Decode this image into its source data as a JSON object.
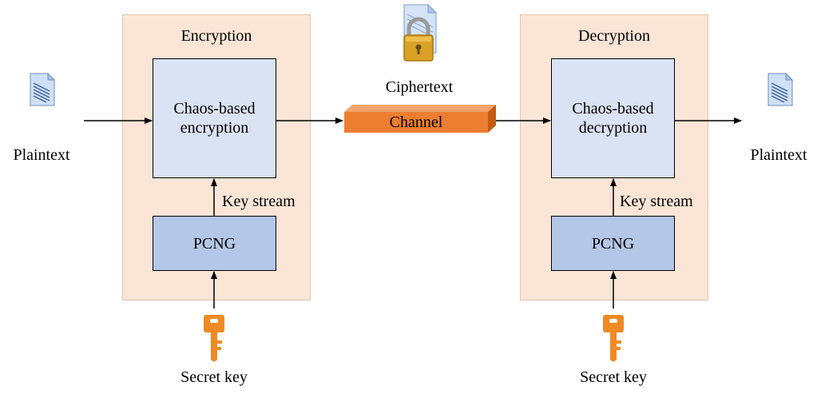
{
  "encryption": {
    "title": "Encryption",
    "algorithm_line1": "Chaos-based",
    "algorithm_line2": "encryption",
    "keystream_label": "Key stream",
    "generator_label": "PCNG",
    "secret_key_label": "Secret key"
  },
  "decryption": {
    "title": "Decryption",
    "algorithm_line1": "Chaos-based",
    "algorithm_line2": "decryption",
    "keystream_label": "Key stream",
    "generator_label": "PCNG",
    "secret_key_label": "Secret key"
  },
  "input_label": "Plaintext",
  "output_label": "Plaintext",
  "ciphertext_label": "Ciphertext",
  "channel_label": "Channel",
  "colors": {
    "panel": "#fbe5d6",
    "algorithm_box": "#dae3f3",
    "generator_box": "#b4c7e7",
    "channel": "#ed7d31",
    "key": "#f08a24"
  },
  "icons": {
    "document": "document-icon",
    "lock": "padlock-document-icon",
    "key": "key-icon"
  }
}
